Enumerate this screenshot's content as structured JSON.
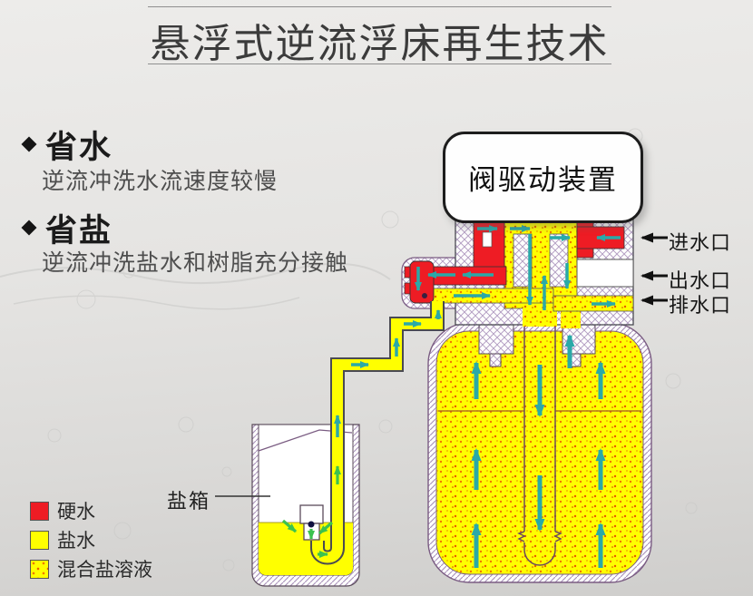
{
  "title": "悬浮式逆流浮床再生技术",
  "features": [
    {
      "heading": "省水",
      "desc": "逆流冲洗水流速度较慢"
    },
    {
      "heading": "省盐",
      "desc": "逆流冲洗盐水和树脂充分接触"
    }
  ],
  "diagram": {
    "valve_device_label": "阀驱动装置",
    "ports": [
      {
        "label": "进水口"
      },
      {
        "label": "出水口"
      },
      {
        "label": "排水口"
      }
    ],
    "brine_tank_label": "盐箱"
  },
  "legend": [
    {
      "label": "硬水",
      "color": "#ee1c24",
      "pattern": "solid"
    },
    {
      "label": "盐水",
      "color": "#ffff00",
      "pattern": "solid"
    },
    {
      "label": "混合盐溶液",
      "color": "#ffff00",
      "pattern": "dotted"
    }
  ],
  "colors": {
    "hard_water": "#ee1c24",
    "salt_water": "#ffff00",
    "mixed_salt_dots": "#f07800",
    "flow_arrow_teal": "#2aa9a8",
    "brine_arrow_green": "#3cc24e",
    "hatch_line": "#a992b5",
    "port_arrow": "#111111"
  }
}
